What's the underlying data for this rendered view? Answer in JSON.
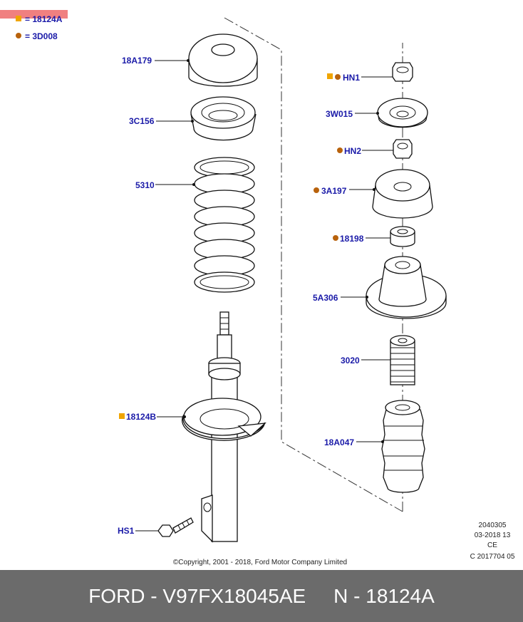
{
  "legend": [
    {
      "code": "= 18124A",
      "color": "#f0a500",
      "shape": "square"
    },
    {
      "code": "= 3D008",
      "color": "#b8620c",
      "shape": "circle"
    }
  ],
  "labels": {
    "l18A179": "18A179",
    "l3C156": "3C156",
    "l5310": "5310",
    "l18124B": "18124B",
    "lHS1": "HS1",
    "lHN1": "HN1",
    "l3W015": "3W015",
    "lHN2": "HN2",
    "l3A197": "3A197",
    "l18198": "18198",
    "l5A306": "5A306",
    "l3020": "3020",
    "l18A047": "18A047"
  },
  "notes": {
    "line1": "2040305",
    "line2": "03-2018 13",
    "line3": "CE",
    "line4": "C 2017704 05"
  },
  "copyright": "©Copyright, 2001 - 2018, Ford Motor Company Limited",
  "footer": {
    "left": "FORD - V97FX18045AE",
    "right": "N - 18124A"
  },
  "colors": {
    "label_blue": "#1a1aa8",
    "marker_orange": "#f0a500",
    "marker_brown": "#b8620c",
    "footer_bg": "#6b6b6b",
    "highlight": "#f08080"
  }
}
